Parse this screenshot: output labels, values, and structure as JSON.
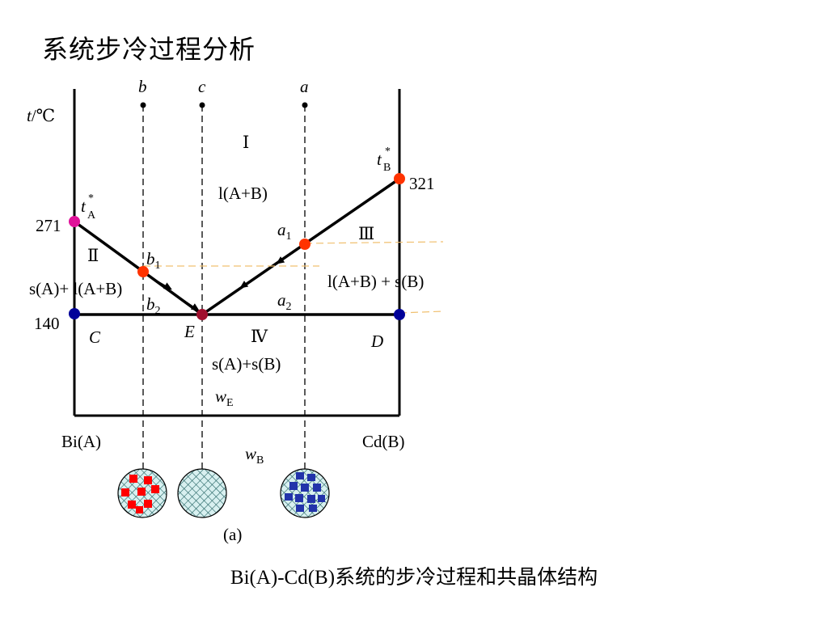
{
  "title": "系统步冷过程分析",
  "caption": {
    "latin": "Bi(A)-Cd(B)",
    "cn": "系统的步冷过程和共晶体结构"
  },
  "colors": {
    "line": "#000000",
    "point_red": "#ff3300",
    "point_magenta": "#e0119a",
    "point_blue": "#000099",
    "point_eutectic": "#a0102e",
    "guide": "#f0c070",
    "crystal_red": "#ff0000",
    "crystal_blue": "#2233aa",
    "hatch": "#1f5f5f",
    "hatch_bg": "#d8f0f0"
  },
  "labels": {
    "y_axis": {
      "var": "t",
      "unit": "/℃"
    },
    "temp_271": "271",
    "temp_321": "321",
    "temp_140": "140",
    "tA": {
      "base": "t",
      "sup": "*",
      "sub": "A"
    },
    "tB": {
      "base": "t",
      "sup": "*",
      "sub": "B"
    },
    "line_b": "b",
    "line_c": "c",
    "line_a": "a",
    "a1": {
      "base": "a",
      "sub": "1"
    },
    "a2": {
      "base": "a",
      "sub": "2"
    },
    "b1": {
      "base": "b",
      "sub": "1"
    },
    "b2": {
      "base": "b",
      "sub": "2"
    },
    "point_E": "E",
    "point_C": "C",
    "point_D": "D",
    "region_I": "Ⅰ",
    "region_II": "Ⅱ",
    "region_III": "Ⅲ",
    "region_IV": "Ⅳ",
    "region_I_phase": "l(A+B)",
    "region_II_phase": "s(A)+ l(A+B)",
    "region_III_phase": "l(A+B) + s(B)",
    "region_IV_phase": "s(A)+s(B)",
    "wE": {
      "base": "w",
      "sub": "E"
    },
    "wB": {
      "base": "w",
      "sub": "B"
    },
    "x_left": "Bi(A)",
    "x_right": "Cd(B)",
    "figure_label": "(a)"
  }
}
